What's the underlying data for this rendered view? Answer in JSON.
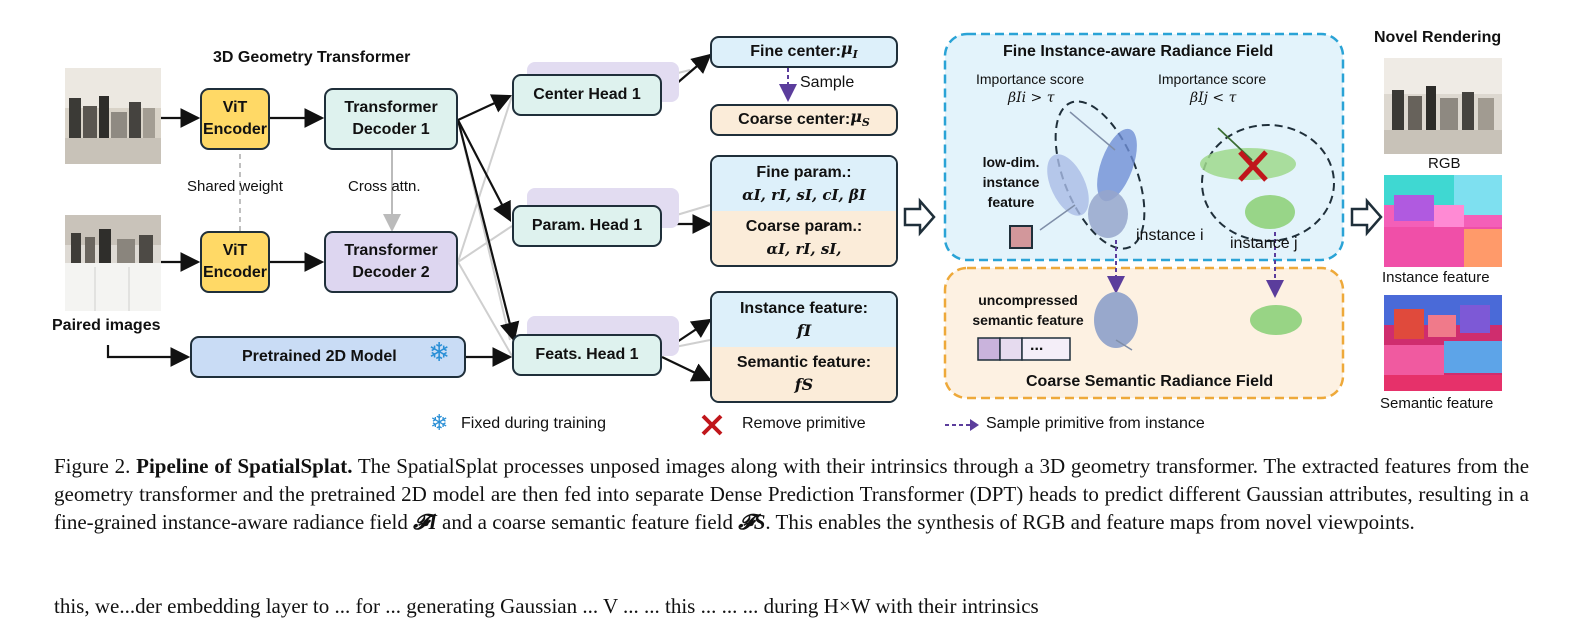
{
  "titles": {
    "geometry": "3D Geometry Transformer",
    "fine_field": "Fine Instance-aware Radiance Field",
    "novel_rendering": "Novel Rendering",
    "coarse_field": "Coarse Semantic Radiance Field"
  },
  "encoder": {
    "vit1": "ViT\nEncoder",
    "vit2": "ViT\nEncoder",
    "shared": "Shared weight"
  },
  "decoder": {
    "dec1": "Transformer\nDecoder 1",
    "dec2": "Transformer\nDecoder 2",
    "cross": "Cross attn."
  },
  "inputs": {
    "paired": "Paired  images",
    "pretrained": "Pretrained 2D Model"
  },
  "heads": {
    "center": "Center Head 1",
    "param": "Param. Head 1",
    "feats": "Feats. Head 1"
  },
  "outputs": {
    "fine_center": "Fine center: ",
    "fine_center_sym": "μ",
    "fine_center_sub": "I",
    "sample": "Sample",
    "coarse_center": "Coarse center: ",
    "coarse_center_sym": "μ",
    "coarse_center_sub": "S",
    "fine_param": "Fine param.:",
    "fine_param_math": "αI, rI, sI, cI, βI",
    "coarse_param": "Coarse param.:",
    "coarse_param_math": "αI, rI, sI,",
    "instance_feature": "Instance feature:",
    "instance_feature_math": "fI",
    "semantic_feature": "Semantic feature:",
    "semantic_feature_math": "fS"
  },
  "field": {
    "importance1": "Importance score",
    "importance1_math": "βIi > τ",
    "importance2": "Importance score",
    "importance2_math": "βIj < τ",
    "lowdim": "low-dim.\ninstance\nfeature",
    "instance_i": "instance i",
    "instance_j": "instance j",
    "uncompressed": "uncompressed\nsemantic feature",
    "dots": "..."
  },
  "rendering": {
    "rgb": "RGB",
    "instance": "Instance feature",
    "semantic": "Semantic feature"
  },
  "legend": {
    "fixed": "Fixed during training",
    "remove": "Remove primitive",
    "sample": "Sample primitive from instance"
  },
  "caption": {
    "lead": "Figure 2. ",
    "title": "Pipeline of SpatialSplat.",
    "body": " The SpatialSplat processes unposed images along with their intrinsics through a 3D geometry transformer. The extracted features from the geometry transformer and the pretrained 2D model are then fed into separate Dense Prediction Transformer (DPT) heads to predict different Gaussian attributes, resulting in a fine-grained instance-aware radiance field ",
    "fi": "𝓕I",
    "mid": " and a coarse semantic feature field ",
    "fs": "𝓕S",
    "end": ". This enables the synthesis of RGB and feature maps from novel viewpoints."
  },
  "next_line": "this, we...der embedding layer to ... for ... generating Gaussian ... V ... ... this ... ... ... during H×W with their intrinsics",
  "colors": {
    "yellow": "#ffd966",
    "teal": "#def2ee",
    "lavender": "#ddd6f0",
    "blue_dash": "#2aa3d6",
    "orange_dash": "#eea93a",
    "red_x": "#c0161b",
    "purple_arrow": "#5b3d9c"
  }
}
